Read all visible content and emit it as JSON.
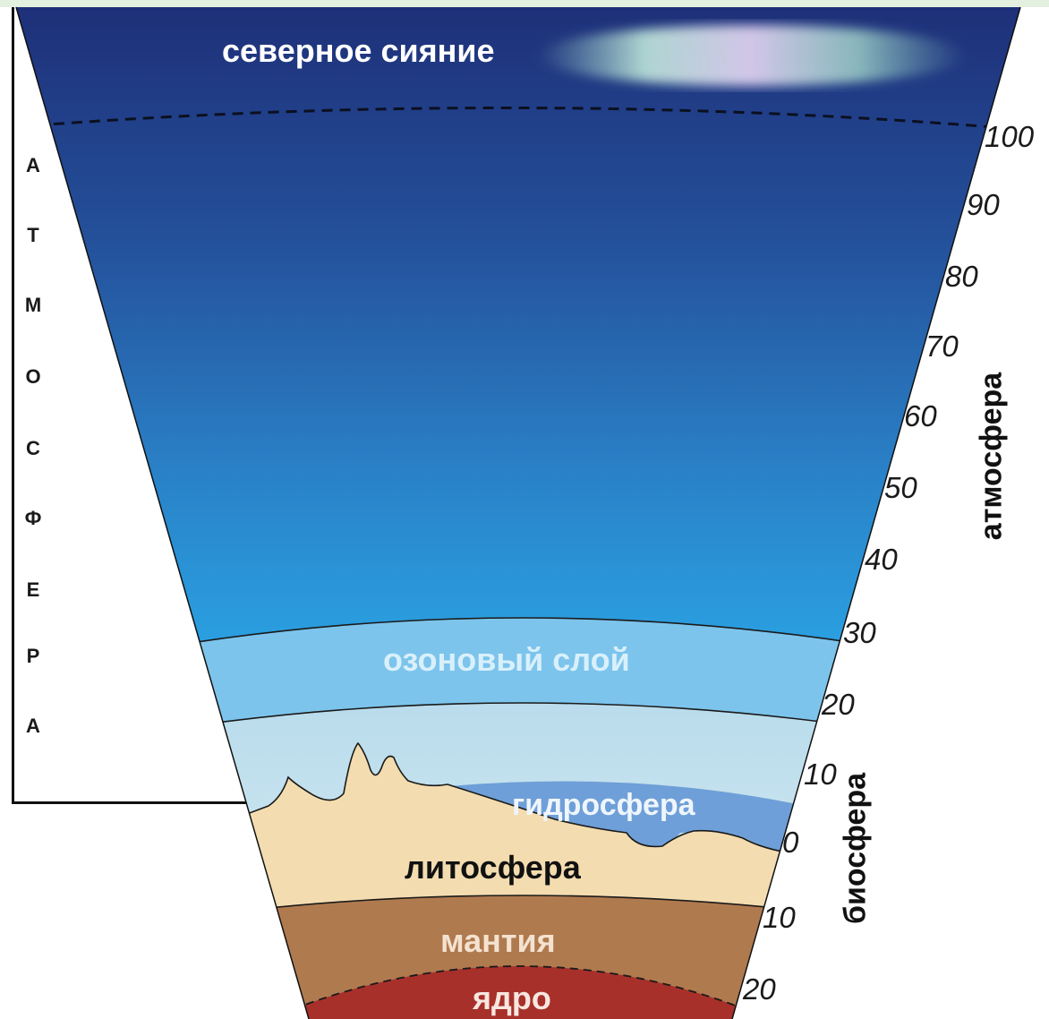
{
  "left_label": {
    "letters": [
      "А",
      "Т",
      "М",
      "О",
      "С",
      "Ф",
      "Е",
      "Р",
      "А"
    ]
  },
  "layers": {
    "aurora": "северное сияние",
    "ozone": "озоновый слой",
    "hydrosphere": "гидросфера",
    "lithosphere": "литосфера",
    "mantle": "мантия",
    "core": "ядро"
  },
  "scale_ticks": [
    "100",
    "90",
    "80",
    "70",
    "60",
    "50",
    "40",
    "30",
    "20",
    "10",
    "0",
    "10",
    "20"
  ],
  "side_labels": {
    "atmosphere": "атмосфера",
    "biosphere": "биосфера"
  },
  "colors": {
    "sky_top": "#1e2f78",
    "sky_mid": "#2a6fb8",
    "sky_low": "#2aa3e4",
    "ozone": "#7cc4ec",
    "lower_air": "#c9e6f2",
    "water": "#6f9fd8",
    "land": "#f3dcaf",
    "mantle": "#b07a4f",
    "core": "#a8302a"
  }
}
